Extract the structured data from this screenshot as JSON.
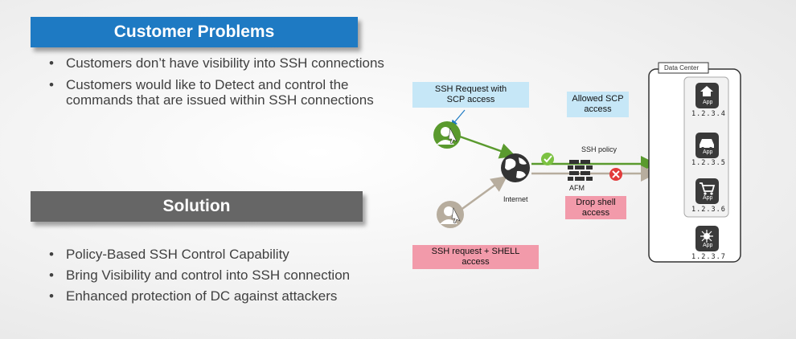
{
  "problems": {
    "title": "Customer Problems",
    "bullets": [
      "Customers don’t have visibility into SSH connections",
      "Customers would like to Detect and control the commands that are issued within SSH connections"
    ]
  },
  "solution": {
    "title": "Solution",
    "bullets": [
      "Policy-Based SSH Control Capability",
      "Bring Visibility and control into SSH connection",
      "Enhanced protection of DC against attackers"
    ]
  },
  "diagram": {
    "scp_request": "SSH Request with SCP access",
    "shell_request": "SSH request + SHELL access",
    "allowed": "Allowed SCP access",
    "drop": "Drop shell access",
    "ssh_policy": "SSH policy",
    "afm": "AFM",
    "internet": "Internet",
    "data_center": "Data Center",
    "apps": [
      {
        "label": "App",
        "ip": "1.2.3.4",
        "icon": "home-icon"
      },
      {
        "label": "App",
        "ip": "1.2.3.5",
        "icon": "car-icon"
      },
      {
        "label": "App",
        "ip": "1.2.3.6",
        "icon": "cart-icon"
      },
      {
        "label": "App",
        "ip": "1.2.3.7",
        "icon": "sun-icon"
      }
    ],
    "colors": {
      "green": "#5a9a2e",
      "gray_user": "#b7ad9e",
      "blue": "#1e7ac3",
      "pink": "#f29aaa",
      "light_blue": "#c6e7f7"
    }
  }
}
